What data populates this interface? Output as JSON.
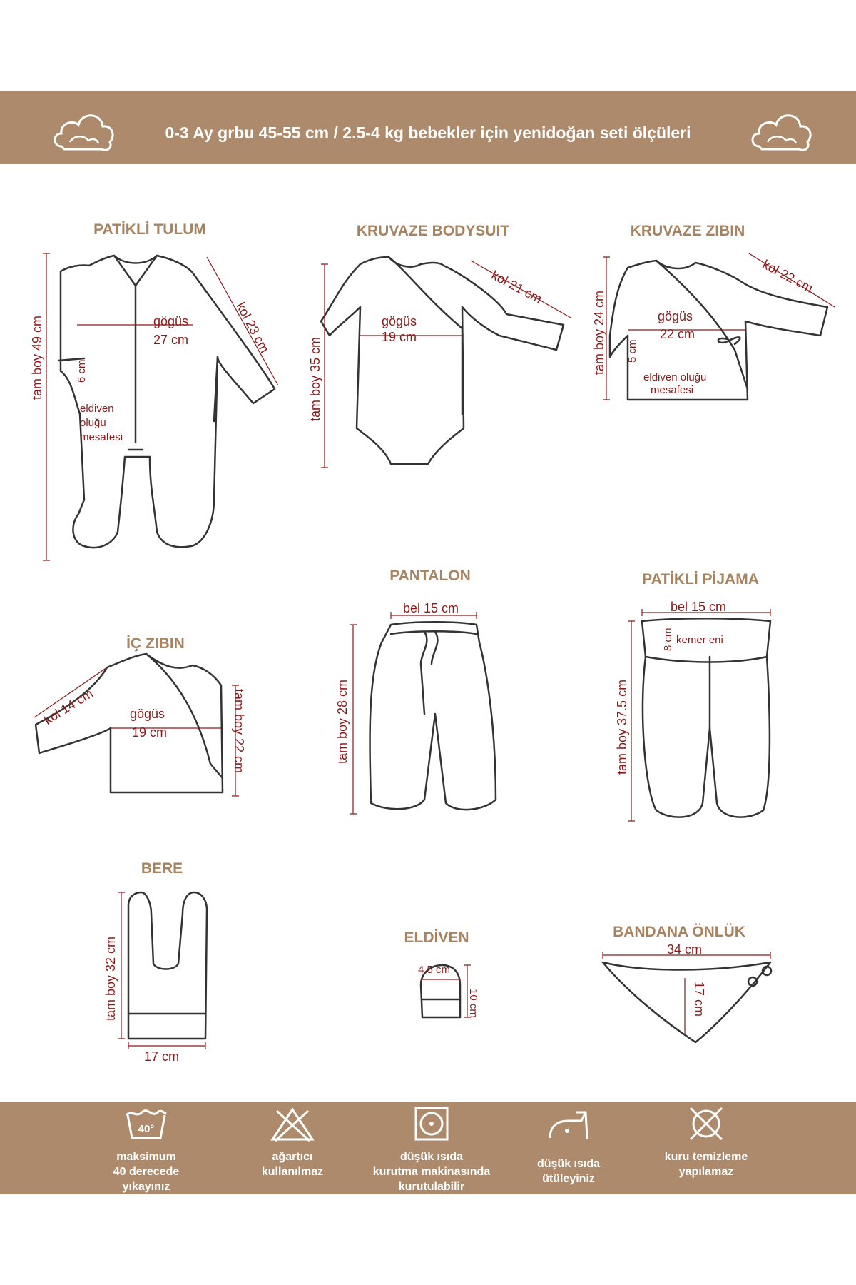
{
  "header": {
    "text": "0-3 Ay grbu  45-55 cm / 2.5-4 kg  bebekler için yenidoğan seti ölçüleri"
  },
  "items": {
    "patikli_tulum": {
      "title": "PATİKLİ TULUM",
      "length": "tam boy 49 cm",
      "chest_word": "gögüs",
      "chest": "27 cm",
      "sleeve": "kol 23 cm",
      "mitten": "6 cm",
      "mitten_l1": "eldiven",
      "mitten_l2": "oluğu",
      "mitten_l3": "mesafesi"
    },
    "kruvaze_bodysuit": {
      "title": "KRUVAZE BODYSUIT",
      "length": "tam boy 35 cm",
      "chest_word": "gögüs",
      "chest": "19 cm",
      "sleeve": "kol 21 cm"
    },
    "kruvaze_zibin": {
      "title": "KRUVAZE ZIBIN",
      "length": "tam boy 24 cm",
      "chest_word": "gögüs",
      "chest": "22 cm",
      "sleeve": "kol 22 cm",
      "mitten": "5 cm",
      "mitten_l1": "eldiven oluğu",
      "mitten_l2": "mesafesi"
    },
    "ic_zibin": {
      "title": "İÇ ZIBIN",
      "sleeve": "kol 14  cm",
      "chest_word": "gögüs",
      "chest": "19 cm",
      "length": "tam boy 22 cm"
    },
    "pantalon": {
      "title": "PANTALON",
      "waist": "bel 15 cm",
      "length": "tam boy 28 cm"
    },
    "patikli_pijama": {
      "title": "PATİKLİ PİJAMA",
      "waist": "bel 15 cm",
      "belt": "8 cm",
      "belt_label": "kemer eni",
      "length": "tam boy 37.5 cm"
    },
    "bere": {
      "title": "BERE",
      "length": "tam boy 32 cm",
      "width": "17 cm"
    },
    "eldiven": {
      "title": "ELDİVEN",
      "width": "4.5 cm",
      "length": "10 cm"
    },
    "bandana": {
      "title": "BANDANA ÖNLÜK",
      "width": "34 cm",
      "length": "17 cm"
    }
  },
  "care": [
    {
      "icon": "wash-40-icon",
      "temp": "40°",
      "lines": [
        "maksimum",
        "40 derecede",
        "yıkayınız"
      ]
    },
    {
      "icon": "no-bleach-icon",
      "lines": [
        "ağartıcı",
        "kullanılmaz"
      ]
    },
    {
      "icon": "tumble-dry-low-icon",
      "lines": [
        "düşük ısıda",
        "kurutma makinasında",
        "kurutulabilir"
      ]
    },
    {
      "icon": "iron-low-icon",
      "lines": [
        "düşük ısıda",
        "ütüleyiniz"
      ]
    },
    {
      "icon": "no-dry-clean-icon",
      "lines": [
        "kuru temizleme",
        "yapılamaz"
      ]
    }
  ],
  "colors": {
    "band": "#ad8a6b",
    "title": "#a8835f",
    "measure": "#8b1a1a",
    "line": "#333333"
  }
}
